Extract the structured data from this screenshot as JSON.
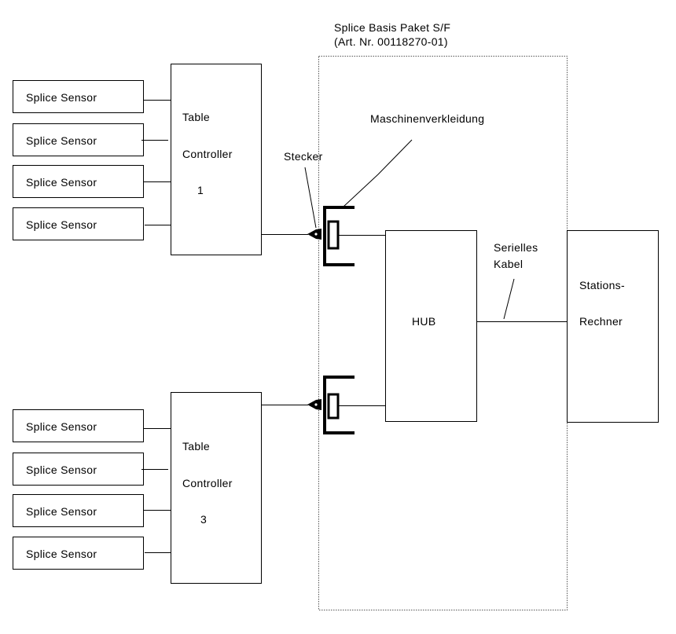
{
  "package": {
    "title_line1": "Splice Basis Paket S/F",
    "title_line2": "(Art. Nr. 00118270-01)"
  },
  "labels": {
    "housing": "Maschinenverkleidung",
    "plug": "Stecker",
    "cable_line1": "Serielles",
    "cable_line2": "Kabel"
  },
  "controllers": [
    {
      "line1": "Table",
      "line2": "Controller",
      "number": "1",
      "sensors": [
        "Splice Sensor",
        "Splice Sensor",
        "Splice Sensor",
        "Splice Sensor"
      ]
    },
    {
      "line1": "Table",
      "line2": "Controller",
      "number": "3",
      "sensors": [
        "Splice Sensor",
        "Splice Sensor",
        "Splice Sensor",
        "Splice Sensor"
      ]
    }
  ],
  "hub": {
    "label": "HUB"
  },
  "station": {
    "line1": "Stations-",
    "line2": "Rechner"
  },
  "colors": {
    "line": "#000000",
    "frame": "#555555",
    "background": "#ffffff"
  }
}
